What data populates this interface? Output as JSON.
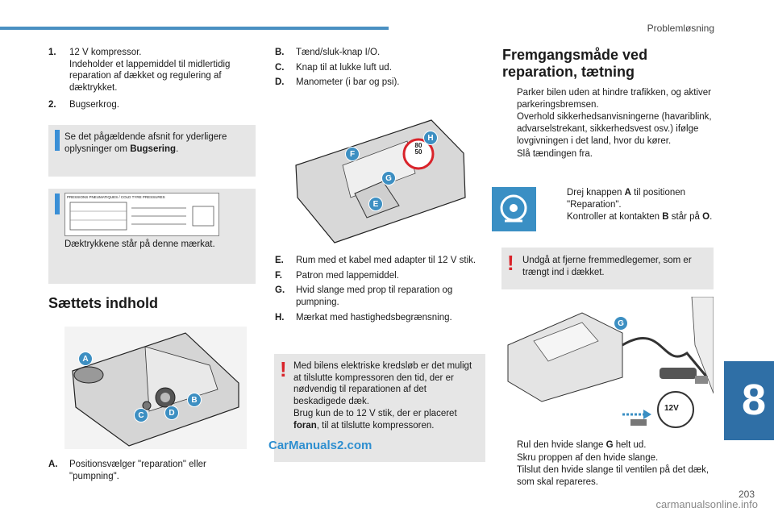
{
  "header": {
    "section": "Problemløsning",
    "chapter": "8",
    "page": "203"
  },
  "watermarks": {
    "brand1": "CarManuals2.com",
    "brand2": "carmanualsonline.info"
  },
  "col1": {
    "items": [
      {
        "label": "1.",
        "text": "12 V kompressor.\nIndeholder et lappemiddel til midlertidig reparation af dækket og regulering af dæktrykket."
      },
      {
        "label": "2.",
        "text": "Bugserkrog."
      }
    ],
    "info1_pre": "Se det pågældende afsnit for yderligere oplysninger om ",
    "info1_bold": "Bugsering",
    "info1_post": ".",
    "info2_caption": "Dæktrykkene står på denne mærkat.",
    "label_header": "PRESSIONS PNEUMATIQUES / COLD TYRE PRESSURES",
    "section_heading": "Sættets indhold",
    "itemA_label": "A.",
    "itemA_text": "Positionsvælger \"reparation\" eller \"pumpning\"."
  },
  "col2": {
    "items_top": [
      {
        "label": "B.",
        "text": "Tænd/sluk-knap I/O."
      },
      {
        "label": "C.",
        "text": "Knap til at lukke luft ud."
      },
      {
        "label": "D.",
        "text": "Manometer (i bar og psi)."
      }
    ],
    "items_bottom": [
      {
        "label": "E.",
        "text": "Rum med et kabel med adapter til 12 V stik."
      },
      {
        "label": "F.",
        "text": "Patron med lappemiddel."
      },
      {
        "label": "G.",
        "text": "Hvid slange med prop til reparation og pumpning."
      },
      {
        "label": "H.",
        "text": "Mærkat med hastighedsbegrænsning."
      }
    ],
    "warn_text1": "Med bilens elektriske kredsløb er det muligt at tilslutte kompressoren den tid, der er nødvendig til reparationen af det beskadigede dæk.\nBrug kun de to 12 V stik, der er placeret ",
    "warn_bold": "foran",
    "warn_text2": ", til at tilslutte kompressoren.",
    "speed_top": "80",
    "speed_bottom": "50"
  },
  "col3": {
    "heading": "Fremgangsmåde ved reparation, tætning",
    "bullets": [
      "Parker bilen uden at hindre trafikken, og aktiver parkeringsbremsen.",
      "Overhold sikkerhedsanvisningerne (havariblink, advarselstrekant, sikkerhedsvest osv.) ifølge lovgivningen i det land, hvor du kører.",
      "Slå tændingen fra."
    ],
    "dial_b1_pre": "Drej knappen ",
    "dial_b1_bold": "A",
    "dial_b1_post": " til positionen \"Reparation\".",
    "dial_b2_pre": "Kontroller at kontakten ",
    "dial_b2_bold": "B",
    "dial_b2_post": " står på ",
    "dial_b2_bold2": "O",
    "dial_b2_end": ".",
    "warn": "Undgå at fjerne fremmedlegemer, som er trængt ind i dækket.",
    "socket_label": "12V",
    "final_b1_pre": "Rul den hvide slange ",
    "final_b1_bold": "G",
    "final_b1_post": " helt ud.",
    "final_b2": "Skru proppen af den hvide slange.",
    "final_b3": "Tilslut den hvide slange til ventilen på det dæk, som skal repareres."
  },
  "bullet_mark": "",
  "warn_mark": "!",
  "badges": {
    "A": "A",
    "B": "B",
    "C": "C",
    "D": "D",
    "E": "E",
    "F": "F",
    "G": "G",
    "H": "H"
  }
}
